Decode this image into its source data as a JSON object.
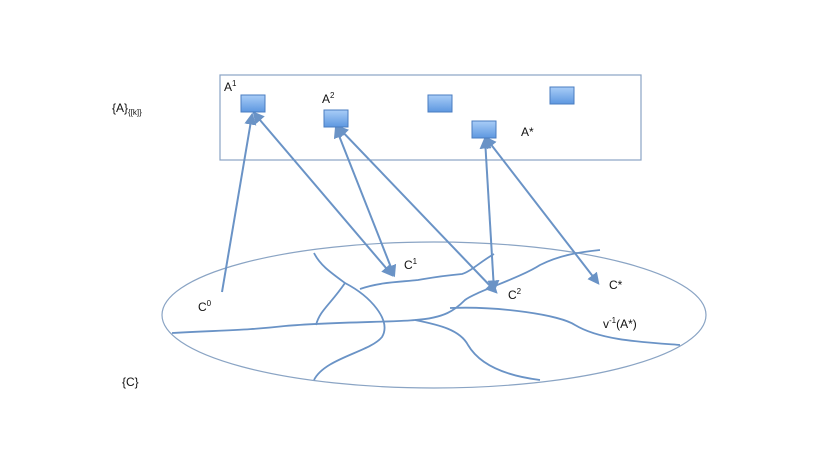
{
  "colors": {
    "box_fill_top": "#a9cdf7",
    "box_fill_bottom": "#5d97e0",
    "box_stroke": "#4a7cc0",
    "arrow": "#6a93c6",
    "rect_stroke": "#8aa4c4",
    "ellipse_stroke": "#8aa4c4",
    "curve": "#6a93c6",
    "text": "#111111"
  },
  "labels": {
    "set_a": {
      "base": "{A}",
      "sub": "{[k]}"
    },
    "set_c": "{C}",
    "a1": {
      "base": "A",
      "sup": "1"
    },
    "a2": {
      "base": "A",
      "sup": "2"
    },
    "a_star": "A*",
    "c0": {
      "base": "C",
      "sup": "0"
    },
    "c1": {
      "base": "C",
      "sup": "1"
    },
    "c2": {
      "base": "C",
      "sup": "2"
    },
    "c_star": "C*",
    "inverse": {
      "base": "v",
      "sup": "-1",
      "rest": "(A*)"
    }
  }
}
